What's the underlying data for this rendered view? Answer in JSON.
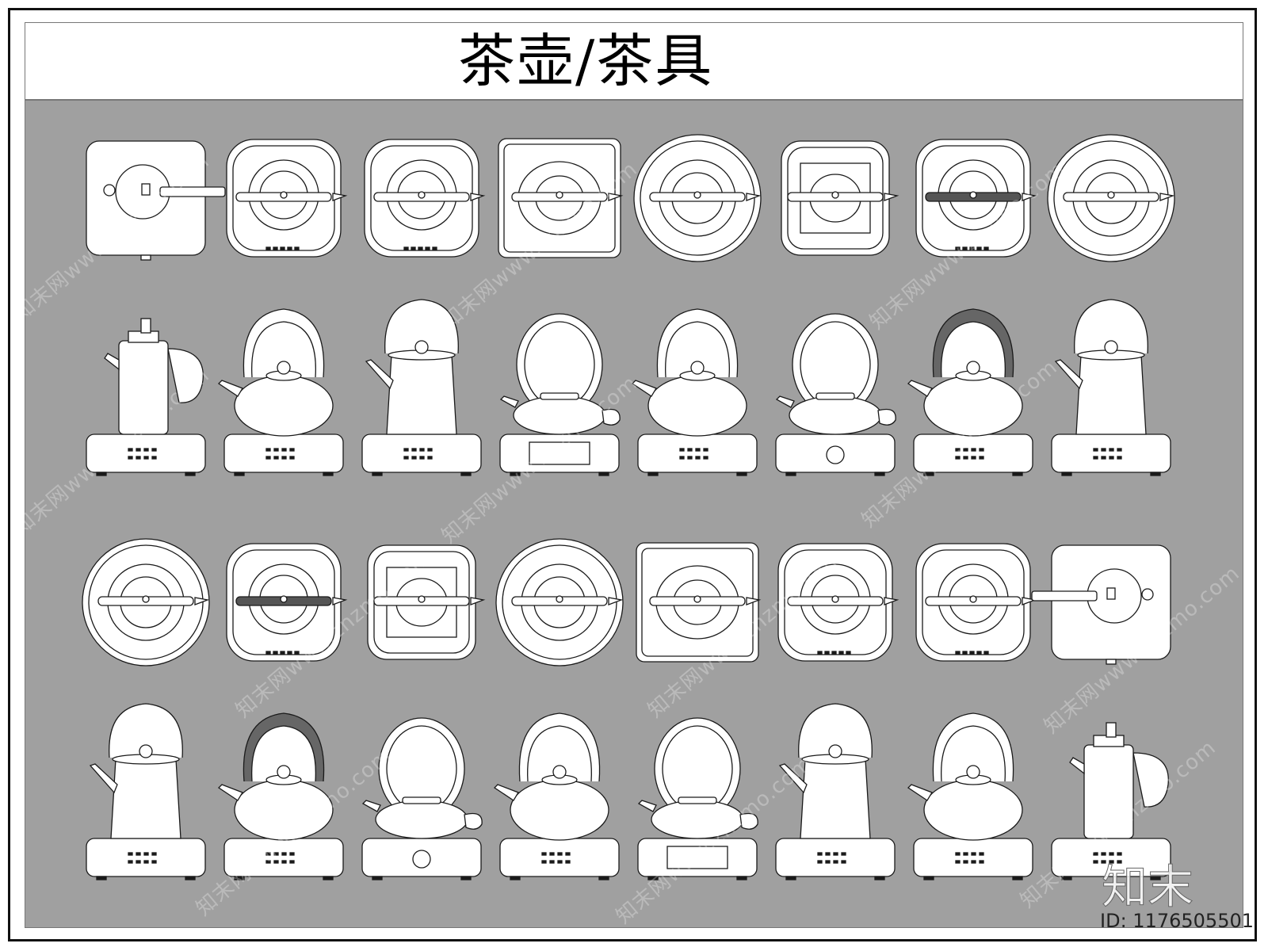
{
  "title": "茶壶/茶具",
  "watermark": {
    "text": "知末网www.znzmo.com",
    "brand": "知末",
    "id_label": "ID: 1176505501"
  },
  "colors": {
    "panel": "#a0a0a0",
    "item_fill": "#ffffff",
    "stroke": "#1a1a1a"
  },
  "rows": [
    {
      "view": "top",
      "items": [
        "square-sm-handle-right",
        "rounded-square",
        "rounded-square",
        "square-frame",
        "round-plate",
        "square-plate",
        "rounded-square-coil",
        "round-plate"
      ]
    },
    {
      "view": "front",
      "items": [
        "tall-jug",
        "wide-pot",
        "tall-kettle",
        "low-pot",
        "round-pot",
        "low-pot-flat",
        "coil-pot",
        "tall-kettle"
      ]
    },
    {
      "view": "top",
      "items": [
        "round-plate",
        "rounded-square-coil",
        "square-plate",
        "round-plate",
        "square-frame",
        "rounded-square",
        "rounded-square",
        "square-sm-handle-left"
      ]
    },
    {
      "view": "front",
      "items": [
        "tall-kettle",
        "coil-pot",
        "low-pot-flat",
        "round-pot",
        "low-pot",
        "tall-kettle",
        "wide-pot",
        "tall-jug"
      ]
    }
  ]
}
